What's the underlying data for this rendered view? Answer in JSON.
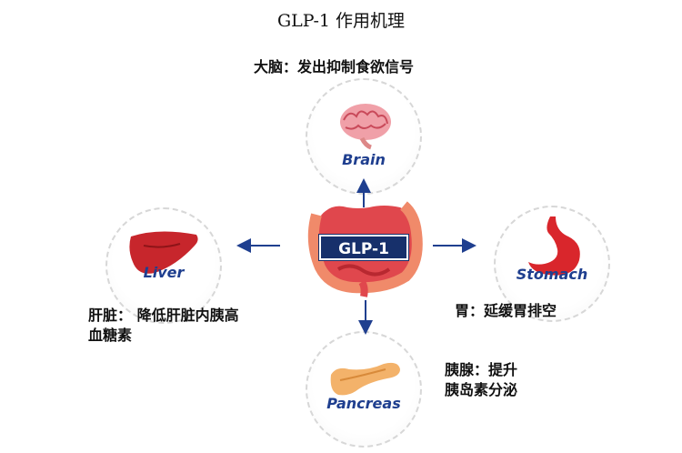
{
  "title": "GLP-1 作用机理",
  "center": {
    "label": "GLP-1"
  },
  "organs": {
    "brain": {
      "label": "Brain",
      "caption": "大脑：发出抑制食欲信号"
    },
    "liver": {
      "label": "Liver",
      "caption_line1": "肝脏： 降低肝脏内胰高",
      "caption_line2": "血糖素"
    },
    "stomach": {
      "label": "Stomach",
      "caption": "胃：延缓胃排空"
    },
    "pancreas": {
      "label": "Pancreas",
      "caption_line1": "胰腺：提升",
      "caption_line2": "胰岛素分泌"
    }
  },
  "colors": {
    "arrow": "#1f3f8f",
    "organ_label": "#1f3f8f",
    "badge": "#17306b",
    "organ_red": "#d9262c"
  }
}
